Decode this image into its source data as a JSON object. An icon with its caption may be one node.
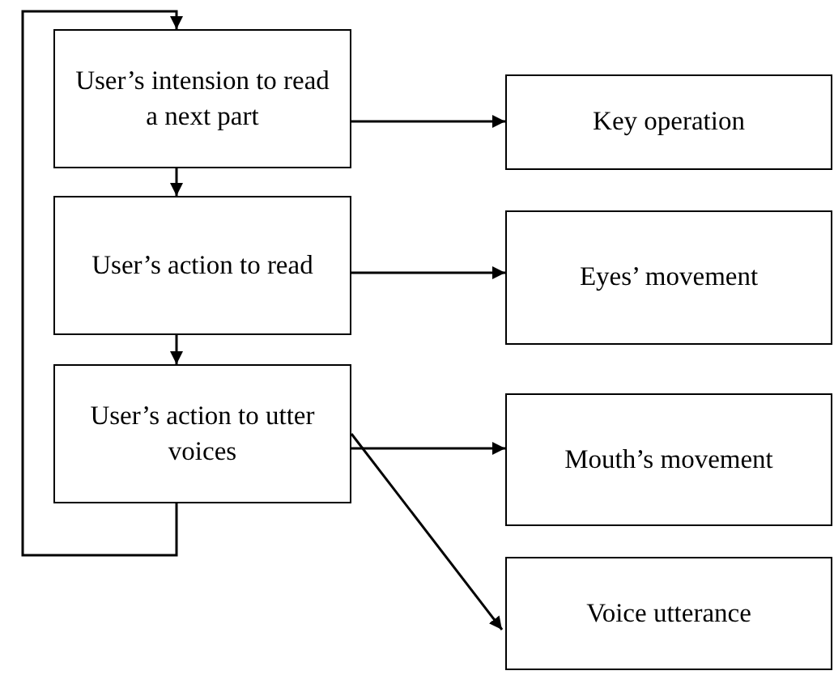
{
  "diagram": {
    "nodes": [
      {
        "text": [
          "User’s intension to read a next part"
        ]
      },
      {
        "text": [
          "Key operation"
        ]
      },
      {
        "text": [
          "User’s action to read"
        ]
      },
      {
        "text": [
          "Eyes’ movement"
        ]
      },
      {
        "text": [
          "User’s action to utter voices"
        ]
      },
      {
        "text": [
          "Mouth’s movement"
        ]
      },
      {
        "text": [
          "Voice utterance"
        ]
      }
    ],
    "edges": [
      {
        "from": 0,
        "to": 1,
        "arrow": "to"
      },
      {
        "from": 0,
        "to": 2,
        "arrow": "to"
      },
      {
        "from": 2,
        "to": 3,
        "arrow": "to"
      },
      {
        "from": 2,
        "to": 4,
        "arrow": "to"
      },
      {
        "from": 4,
        "to": 5,
        "arrow": "to"
      },
      {
        "from": 4,
        "to": 6,
        "arrow": "to"
      },
      {
        "from": 4,
        "to": 0,
        "arrow": "to"
      }
    ]
  }
}
